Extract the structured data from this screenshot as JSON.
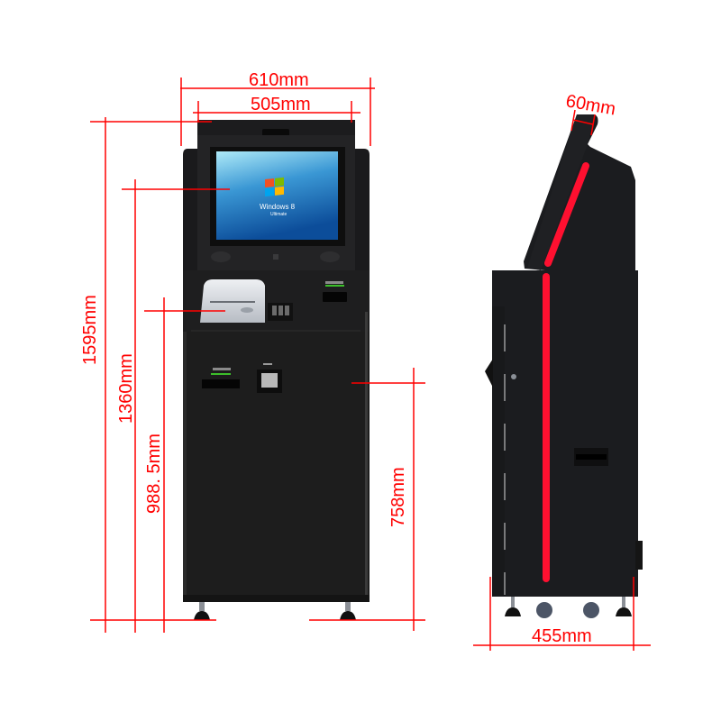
{
  "colors": {
    "dimension": "#ff0000",
    "body": "#1e1e1e",
    "body_dark": "#141414",
    "screen_bezel": "#2a2a2c",
    "screen_top": "#8fdcf4",
    "screen_bottom": "#0f5aa8",
    "accent_stripe": "#ff1030",
    "label_green": "#3cbf2a",
    "printer": "#d6d9de"
  },
  "front_view": {
    "screen": {
      "os_name": "Windows 8",
      "os_edition": "Ultimate",
      "logo": "windows-logo-icon"
    },
    "components": [
      "printer",
      "coin-acceptor",
      "card-reader-slot",
      "card-slot",
      "keypad"
    ]
  },
  "dimensions": {
    "overall_width": "610mm",
    "screen_width": "505mm",
    "overall_height": "1595mm",
    "screen_center_height": "1360mm",
    "printer_height": "988. 5mm",
    "lower_cabinet_height": "758mm",
    "screen_depth": "60mm",
    "base_depth": "455mm"
  }
}
